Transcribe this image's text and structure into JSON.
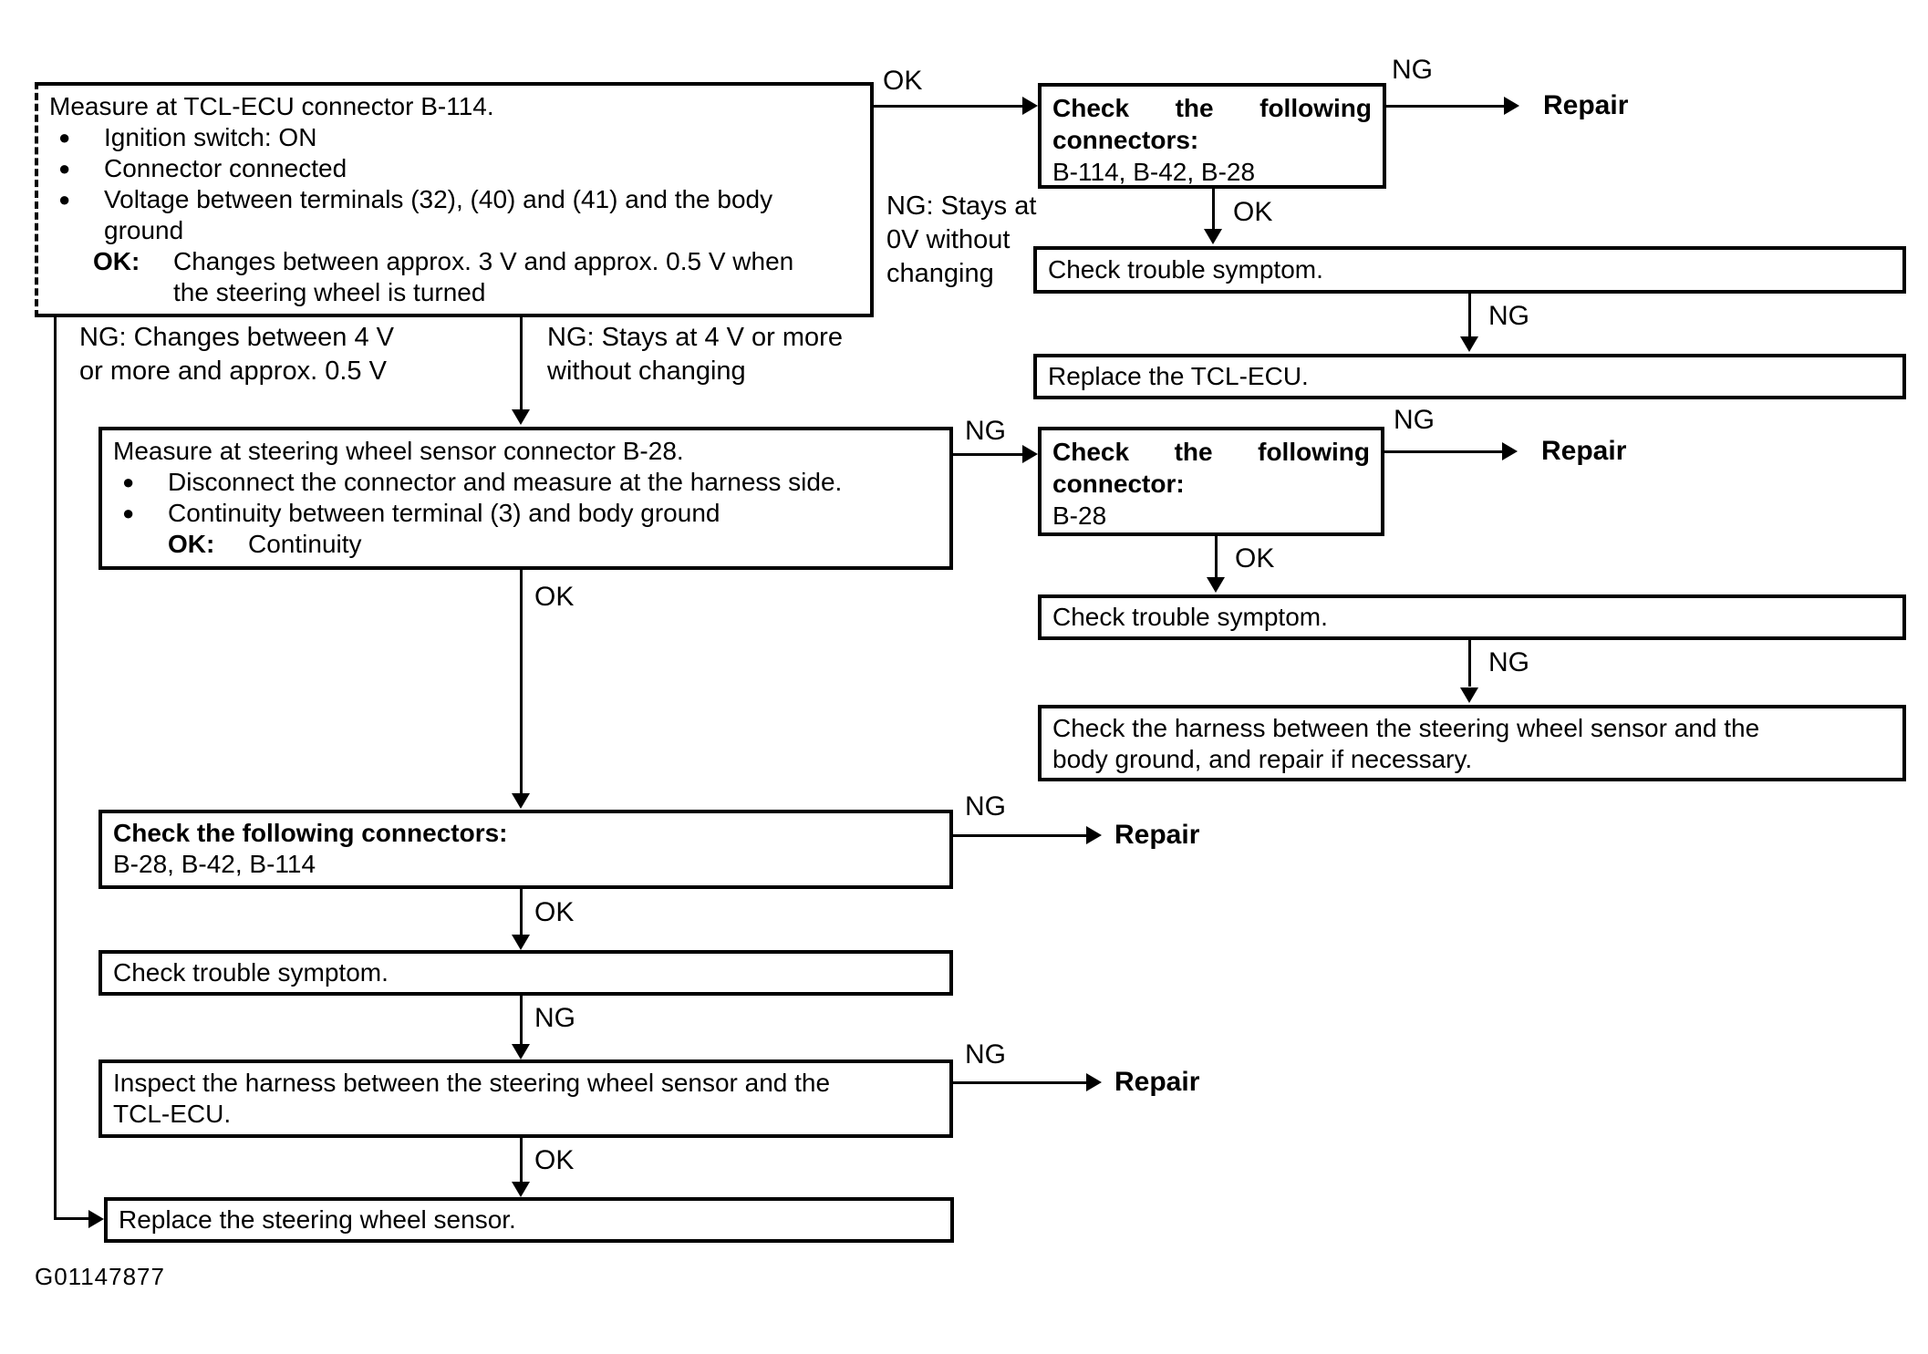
{
  "figure_id": "G01147877",
  "bullet_glyph": "●",
  "labels": {
    "ok": "OK",
    "ng": "NG",
    "repair": "Repair"
  },
  "branches": {
    "ng_changes": {
      "line1": "NG: Changes between 4 V",
      "line2": "or more and approx. 0.5 V"
    },
    "ng_stays4v": {
      "line1": "NG: Stays at 4 V or more",
      "line2": "without changing"
    },
    "ng_stays0v": {
      "line1": "NG: Stays at",
      "line2": "0V without",
      "line3": "changing"
    }
  },
  "boxes": {
    "measure_tcl": {
      "title": "Measure at TCL-ECU connector B-114.",
      "bullet1": "Ignition switch: ON",
      "bullet2": "Connector connected",
      "bullet3_line1": "Voltage between terminals (32), (40) and (41) and the body",
      "bullet3_line2": "ground",
      "ok_label": "OK:",
      "ok_line1": "Changes between approx. 3 V and approx. 0.5 V when",
      "ok_line2": "the steering wheel is turned"
    },
    "check_connectors_top": {
      "title": "Check the following connectors:",
      "items": "B-114, B-42, B-28"
    },
    "check_symptom_r1": {
      "text": "Check trouble symptom."
    },
    "replace_tcl": {
      "text": "Replace the TCL-ECU."
    },
    "measure_sensor": {
      "title": "Measure at steering wheel sensor connector B-28.",
      "bullet1": "Disconnect the connector and measure at the harness side.",
      "bullet2": "Continuity between terminal (3) and body ground",
      "ok_label": "OK:",
      "ok_text": "Continuity"
    },
    "check_connector_b28": {
      "title": "Check the following connector:",
      "items": "B-28"
    },
    "check_symptom_r3": {
      "text": "Check trouble symptom."
    },
    "check_harness_ground": {
      "line1": "Check the harness between the steering wheel sensor and the",
      "line2": "body ground, and repair if necessary."
    },
    "check_connectors_mid": {
      "title": "Check the following connectors:",
      "items": "B-28, B-42, B-114"
    },
    "check_symptom_left": {
      "text": "Check trouble symptom."
    },
    "inspect_harness": {
      "line1": "Inspect the harness between the steering wheel sensor and the",
      "line2": "TCL-ECU."
    },
    "replace_sensor": {
      "text": "Replace the steering wheel sensor."
    }
  }
}
